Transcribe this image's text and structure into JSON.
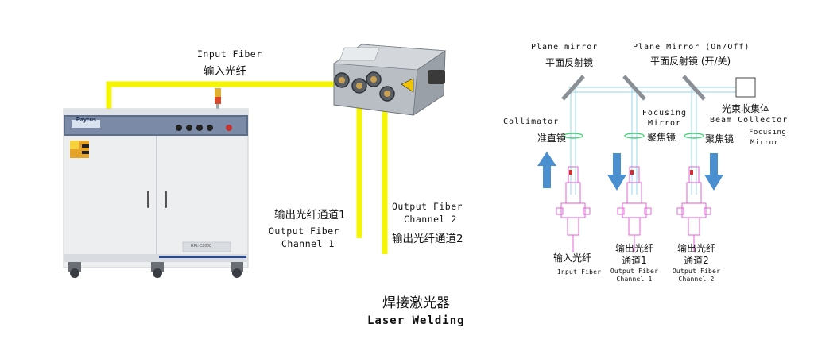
{
  "colors": {
    "fiber": "#f5f500",
    "cabinet": "#eceef0",
    "beam": "#a8dcf0",
    "optics_outline": "#e055d6",
    "arrow": "#4a8fd0",
    "lens": "#44d27a"
  },
  "left": {
    "input_fiber": {
      "en": "Input Fiber",
      "zh": "输入光纤"
    },
    "cabinet_brand": "Raycus",
    "cabinet_model": "RFL-C2000",
    "channel1": {
      "zh": "输出光纤通道1",
      "en_line1": "Output Fiber",
      "en_line2": "Channel 1"
    },
    "channel2": {
      "en_line1": "Output Fiber",
      "en_line2": "Channel 2",
      "zh": "输出光纤通道2"
    },
    "caption": {
      "zh": "焊接激光器",
      "en": "Laser Welding"
    }
  },
  "right": {
    "plane_mirror": {
      "en": "Plane mirror",
      "zh": "平面反射镜"
    },
    "plane_mirror_switch": {
      "en": "Plane Mirror (On/Off)",
      "zh": "平面反射镜 (开/关)"
    },
    "collimator": {
      "en": "Collimator",
      "zh": "准直镜"
    },
    "focusing_mirror_mid": {
      "en_line1": "Focusing",
      "en_line2": "Mirror",
      "zh": "聚焦镜"
    },
    "beam_collector": {
      "zh": "光束收集体",
      "en": "Beam Collector"
    },
    "focusing_mirror_right": {
      "en_line1": "Focusing",
      "en_line2": "Mirror",
      "zh": "聚焦镜"
    },
    "input_fiber": {
      "zh": "输入光纤",
      "en": "Input Fiber"
    },
    "output1": {
      "zh_line1": "输出光纤",
      "zh_line2": "通道1",
      "en_line1": "Output Fiber",
      "en_line2": "Channel 1"
    },
    "output2": {
      "zh_line1": "输出光纤",
      "zh_line2": "通道2",
      "en_line1": "Output Fiber",
      "en_line2": "Channel 2"
    }
  }
}
